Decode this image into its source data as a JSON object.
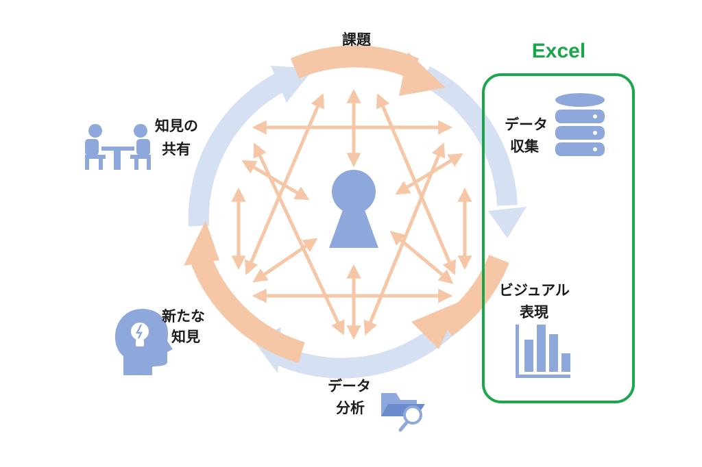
{
  "labels": {
    "kadai": "課題",
    "chiken_kyoyu_1": "知見の",
    "chiken_kyoyu_2": "共有",
    "arata_1": "新たな",
    "arata_2": "知見",
    "bunseki_1": "データ",
    "bunseki_2": "分析",
    "shushu_1": "データ",
    "shushu_2": "収集",
    "hyogen_1": "ビジュアル",
    "hyogen_2": "表現"
  },
  "excel": {
    "title": "Excel"
  },
  "icons": {
    "meeting": "meeting-people-icon",
    "idea": "head-lightbulb-icon",
    "folder": "folder-search-icon",
    "database": "database-icon",
    "chart": "bar-chart-icon",
    "keyhole": "keyhole-icon"
  },
  "colors": {
    "orange": "#f6c7a6",
    "blue": "#d6e0f3",
    "icon": "#8fa8dc",
    "excel_green": "#1aa64a"
  }
}
